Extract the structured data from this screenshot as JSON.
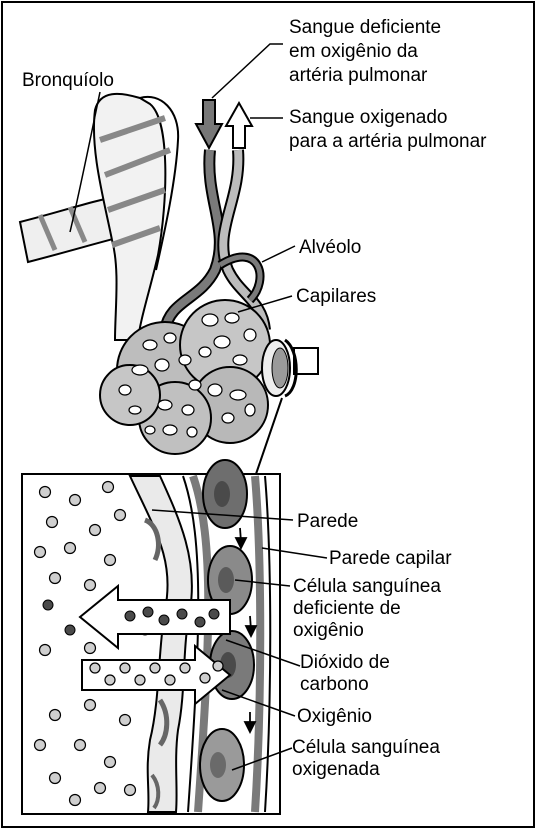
{
  "labels": {
    "deoxygenated_blood_l1": "Sangue deficiente",
    "deoxygenated_blood_l2": "em oxigênio da",
    "deoxygenated_blood_l3": "artéria pulmonar",
    "oxygenated_blood_l1": "Sangue oxigenado",
    "oxygenated_blood_l2": "para a artéria pulmonar",
    "bronchiole": "Bronquíolo",
    "alveolus": "Alvéolo",
    "capillaries": "Capilares",
    "wall": "Parede",
    "capillary_wall": "Parede capilar",
    "deoxygenated_cell_l1": "Célula sanguínea",
    "deoxygenated_cell_l2": "deficiente de",
    "deoxygenated_cell_l3": "oxigênio",
    "carbon_dioxide_l1": "Dióxido de",
    "carbon_dioxide_l2": "carbono",
    "oxygen": "Oxigênio",
    "oxygenated_cell_l1": "Célula sanguínea",
    "oxygenated_cell_l2": "oxigenada"
  },
  "colors": {
    "line": "#000000",
    "vessel": "#7a7a7a",
    "light_gray": "#d6d6d6",
    "mid_gray": "#a8a8a8",
    "dark_gray": "#555555",
    "background": "#ffffff"
  }
}
